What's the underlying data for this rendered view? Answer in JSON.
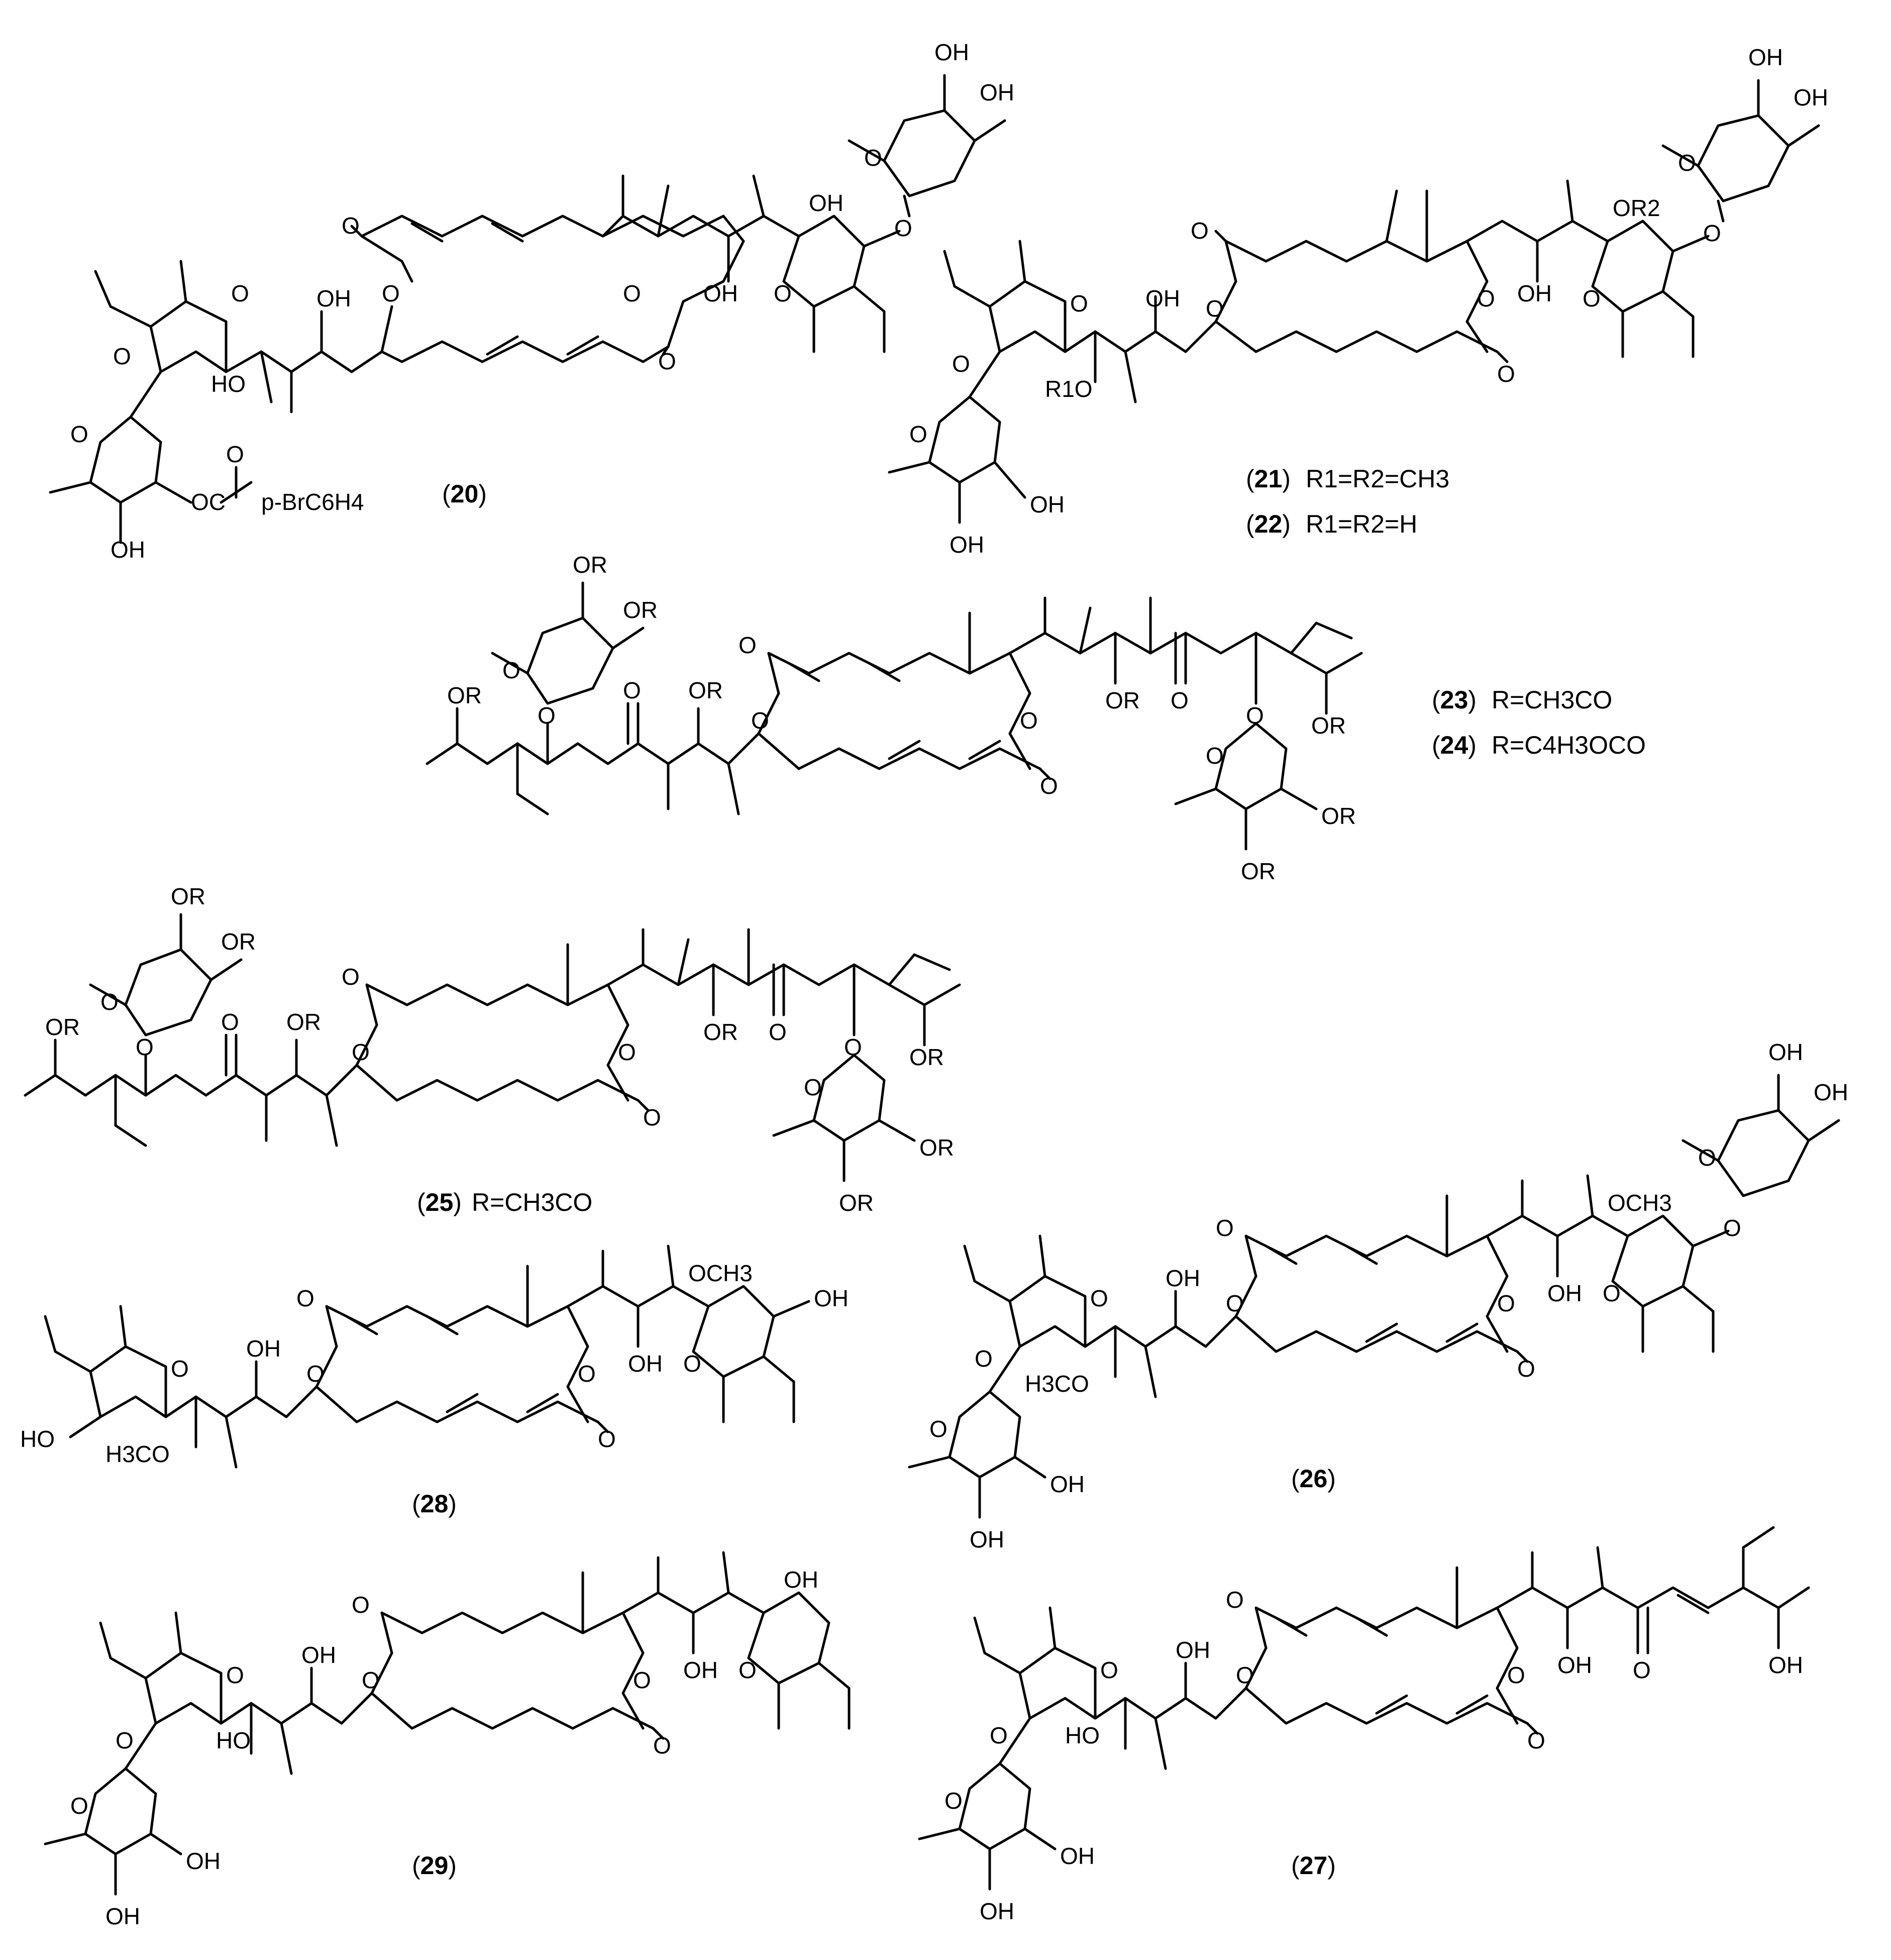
{
  "captions": {
    "c20": {
      "open": "(",
      "num": "20",
      "close": ")",
      "text": ""
    },
    "c21": {
      "open": "(",
      "num": "21",
      "close": ")",
      "text": "R1=R2=CH3"
    },
    "c22": {
      "open": "(",
      "num": "22",
      "close": ")",
      "text": "R1=R2=H"
    },
    "c23": {
      "open": "(",
      "num": "23",
      "close": ")",
      "text": "R=CH3CO"
    },
    "c24": {
      "open": "(",
      "num": "24",
      "close": ")",
      "text": "R=C4H3OCO"
    },
    "c25": {
      "open": "(",
      "num": "25",
      "close": ")",
      "text": "R=CH3CO"
    },
    "c26": {
      "open": "(",
      "num": "26",
      "close": ")",
      "text": ""
    },
    "c27": {
      "open": "(",
      "num": "27",
      "close": ")",
      "text": ""
    },
    "c28": {
      "open": "(",
      "num": "28",
      "close": ")",
      "text": ""
    },
    "c29": {
      "open": "(",
      "num": "29",
      "close": ")",
      "text": ""
    }
  },
  "atoms": {
    "O": "O",
    "OH": "OH",
    "HO": "HO",
    "OR": "OR",
    "OR2": "OR2",
    "R1O": "R1O",
    "OCH3": "OCH3",
    "H3CO": "H3CO",
    "pBr": "p-BrC6H4",
    "OC": "OC"
  }
}
